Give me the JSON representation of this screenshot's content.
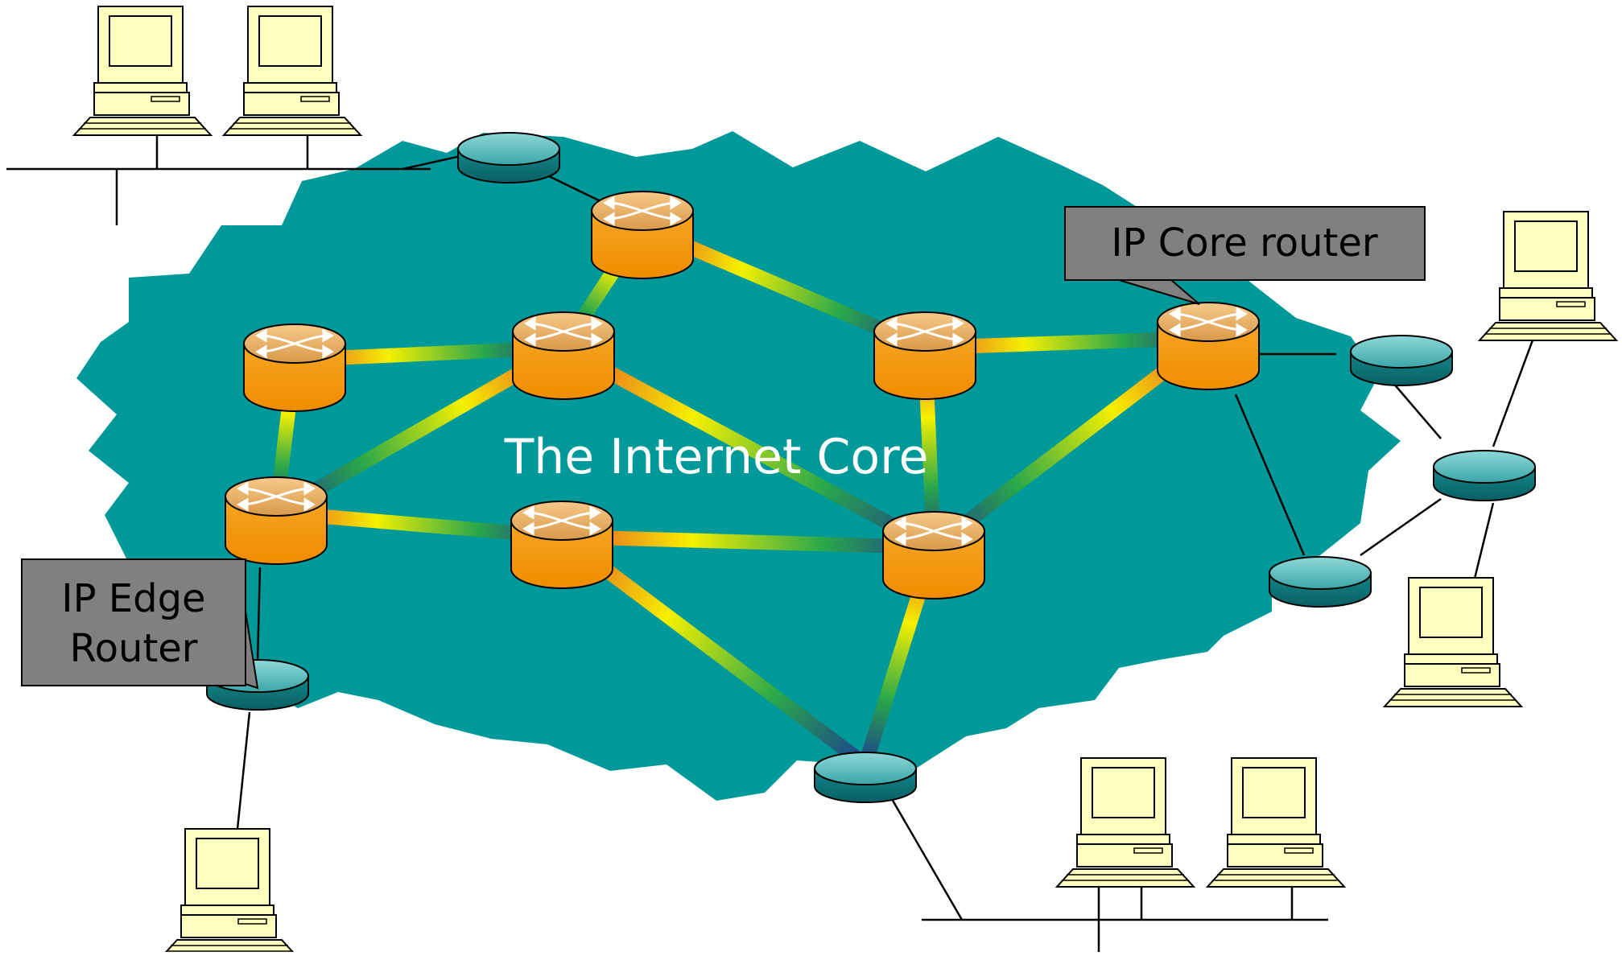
{
  "title": "The Internet Core",
  "labels": {
    "core_router": "IP Core router",
    "edge_router_line1": "IP Edge",
    "edge_router_line2": "Router"
  },
  "colors": {
    "cloud": "#009999",
    "router_top": "#f0b24a",
    "router_body": "#f39200",
    "edge_device": "#0f8a8f",
    "edge_device_top": "#5ec3c4",
    "callout_fill": "#808080",
    "computer": "#ffffc0",
    "link_gradient": [
      "#e8502a",
      "#f5f000",
      "#2aa84a",
      "#1b3f8f"
    ]
  },
  "icons": {
    "core_router": "router-icon",
    "edge_router": "edge-router-icon",
    "host": "computer-icon"
  }
}
